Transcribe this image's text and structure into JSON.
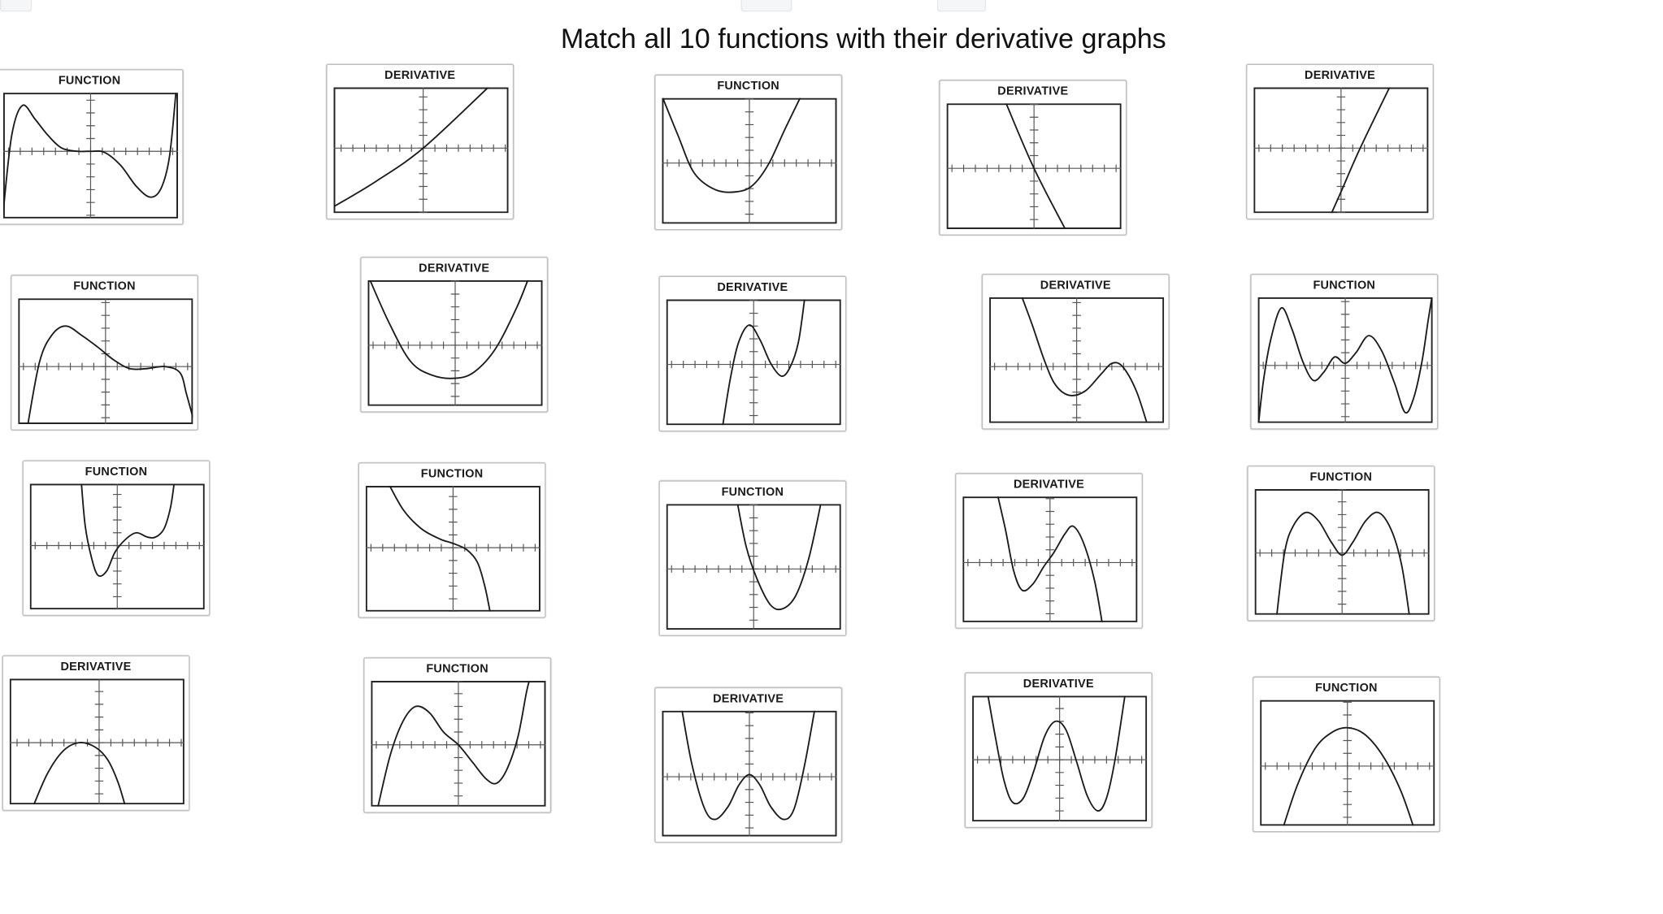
{
  "title": "Match all 10 functions with their derivative graphs",
  "cards": [
    {
      "label": "FUNCTION",
      "curve": "sextic-double-hump"
    },
    {
      "label": "DERIVATIVE",
      "curve": "line-gentle-rising"
    },
    {
      "label": "FUNCTION",
      "curve": "parabola-wide-up"
    },
    {
      "label": "DERIVATIVE",
      "curve": "line-falling-steep"
    },
    {
      "label": "DERIVATIVE",
      "curve": "line-rising-steep"
    },
    {
      "label": "FUNCTION",
      "curve": "cubic-hump-then-flat"
    },
    {
      "label": "DERIVATIVE",
      "curve": "parabola-up-deep"
    },
    {
      "label": "DERIVATIVE",
      "curve": "cubic-peak-dip-rise"
    },
    {
      "label": "DERIVATIVE",
      "curve": "cubic-fall-dip-hump"
    },
    {
      "label": "FUNCTION",
      "curve": "quintic-triple-wiggle"
    },
    {
      "label": "FUNCTION",
      "curve": "quartic-dip-flat-rise"
    },
    {
      "label": "FUNCTION",
      "curve": "cubic-falling-inflect"
    },
    {
      "label": "FUNCTION",
      "curve": "parabola-up-right"
    },
    {
      "label": "DERIVATIVE",
      "curve": "cubic-dip-hump-fall"
    },
    {
      "label": "FUNCTION",
      "curve": "quartic-m-shape"
    },
    {
      "label": "DERIVATIVE",
      "curve": "parabola-down-low"
    },
    {
      "label": "FUNCTION",
      "curve": "cubic-hump-dip-rise"
    },
    {
      "label": "DERIVATIVE",
      "curve": "quartic-w-shape"
    },
    {
      "label": "DERIVATIVE",
      "curve": "quartic-w-high-peak"
    },
    {
      "label": "FUNCTION",
      "curve": "parabola-down"
    }
  ]
}
